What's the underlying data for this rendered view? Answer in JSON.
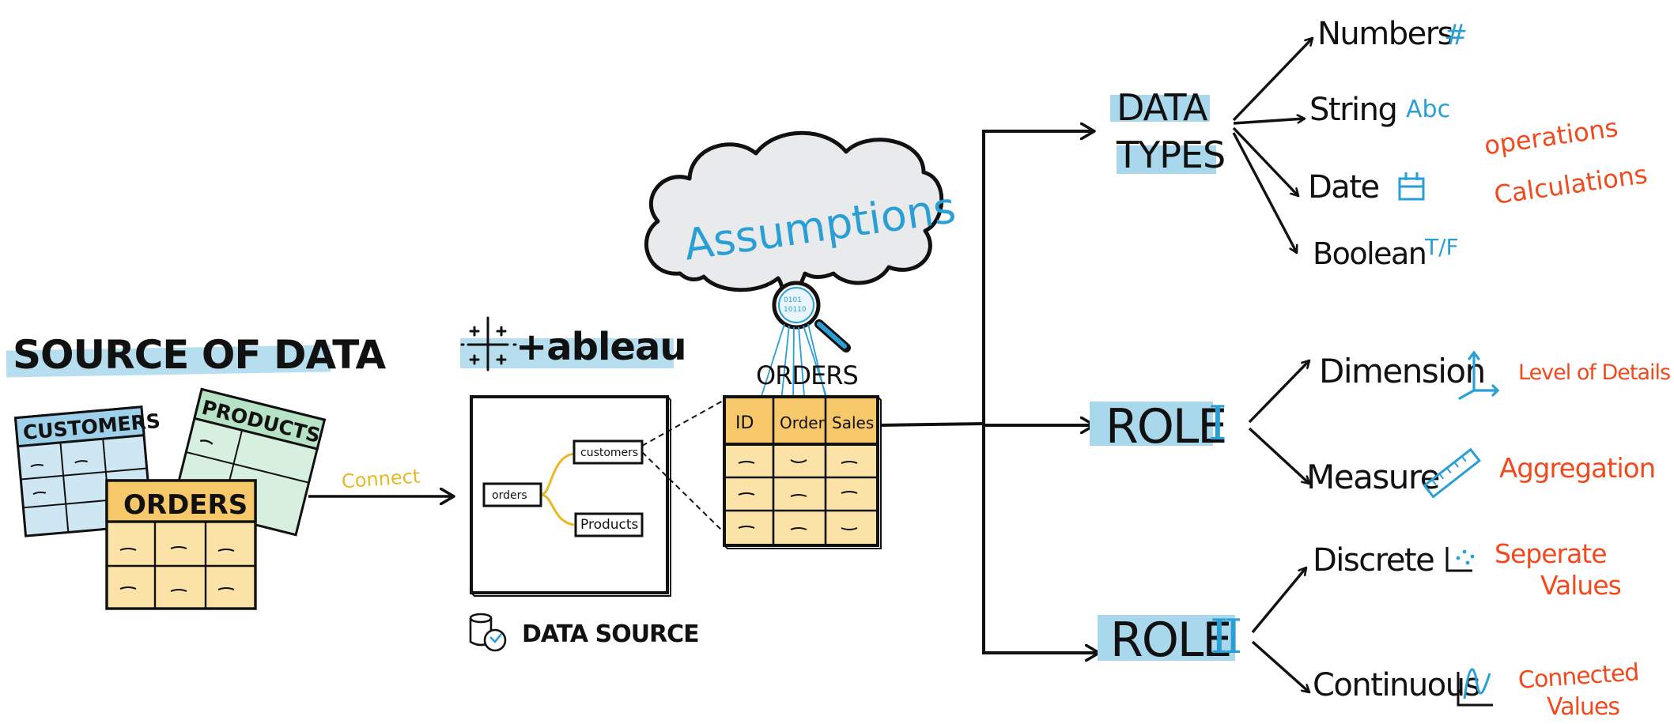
{
  "source": {
    "title": "SOURCE OF DATA",
    "tables": {
      "customers": "CUSTOMERS",
      "products": "PRODUCTS",
      "orders": "ORDERS"
    },
    "connect_label": "Connect"
  },
  "tableau": {
    "logo_text": "+ableau",
    "canvas": {
      "orders": "orders",
      "customers": "customers",
      "products": "Products"
    },
    "data_source_label": "DATA SOURCE"
  },
  "assumptions": {
    "label": "Assumptions"
  },
  "orders_table": {
    "title": "ORDERS",
    "columns": [
      "ID",
      "Order",
      "Sales"
    ]
  },
  "branches": {
    "data_types": {
      "label_line1": "DATA",
      "label_line2": "TYPES",
      "items": [
        {
          "label": "Numbers",
          "symbol": "#"
        },
        {
          "label": "String",
          "symbol": "Abc"
        },
        {
          "label": "Date",
          "symbol": ""
        },
        {
          "label": "Boolean",
          "symbol": "T/F"
        }
      ],
      "note_line1": "operations",
      "note_line2": "Calculations"
    },
    "role1": {
      "label": "ROLE",
      "numeral": "I",
      "items": [
        {
          "label": "Dimension",
          "note": "Level of Details"
        },
        {
          "label": "Measure",
          "note": "Aggregation"
        }
      ]
    },
    "role2": {
      "label": "ROLE",
      "numeral": "II",
      "items": [
        {
          "label": "Discrete",
          "note_line1": "Seperate",
          "note_line2": "Values"
        },
        {
          "label": "Continuous",
          "note_line1": "Connected",
          "note_line2": "Values"
        }
      ]
    }
  },
  "colors": {
    "blue_highlight": "#a9d8ec",
    "accent_blue": "#2a9fd6",
    "accent_orange": "#f04a1e",
    "connect_yellow": "#e8b923",
    "orders_yellow": "#fbe3a8",
    "customers_blue": "#cfe6f3",
    "products_green": "#d7efdf",
    "ink": "#111111"
  }
}
